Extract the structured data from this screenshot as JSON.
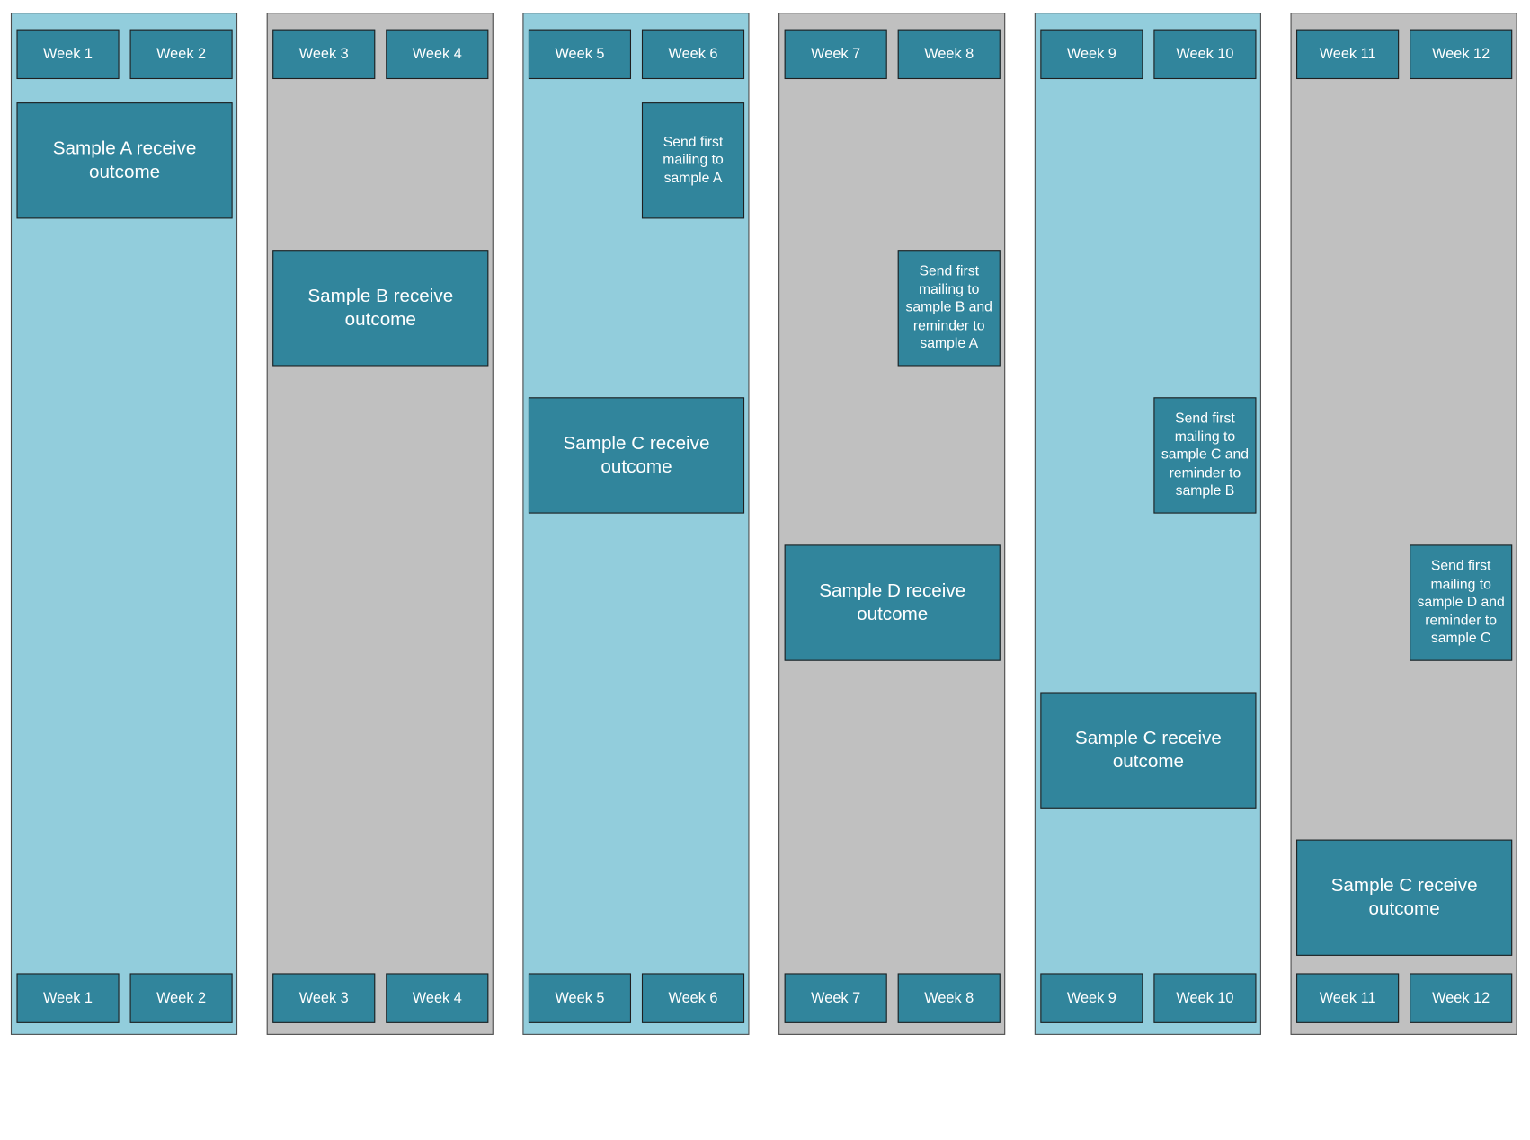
{
  "columns": [
    {
      "shade": "blue",
      "weeks": [
        "Week 1",
        "Week 2"
      ],
      "outcome": {
        "text": "Sample A receive outcome",
        "row": 0
      },
      "mailing": null
    },
    {
      "shade": "grey",
      "weeks": [
        "Week 3",
        "Week 4"
      ],
      "outcome": {
        "text": "Sample B receive outcome",
        "row": 1
      },
      "mailing": null
    },
    {
      "shade": "blue",
      "weeks": [
        "Week 5",
        "Week 6"
      ],
      "outcome": {
        "text": "Sample C receive outcome",
        "row": 2
      },
      "mailing": {
        "text": "Send first mailing to sample A",
        "row": 0
      }
    },
    {
      "shade": "grey",
      "weeks": [
        "Week 7",
        "Week 8"
      ],
      "outcome": {
        "text": "Sample D receive outcome",
        "row": 3
      },
      "mailing": {
        "text": "Send first mailing to sample B and reminder to sample A",
        "row": 1
      }
    },
    {
      "shade": "blue",
      "weeks": [
        "Week 9",
        "Week 10"
      ],
      "outcome": {
        "text": "Sample C receive outcome",
        "row": 4
      },
      "mailing": {
        "text": "Send first mailing to sample C and reminder to sample B",
        "row": 2
      }
    },
    {
      "shade": "grey",
      "weeks": [
        "Week 11",
        "Week 12"
      ],
      "outcome": {
        "text": "Sample C receive outcome",
        "row": 5
      },
      "mailing": {
        "text": "Send first mailing to sample D and reminder to sample C",
        "row": 3
      }
    }
  ],
  "colors": {
    "blue_column": "#92cddc",
    "grey_column": "#c0c0c0",
    "box_fill": "#31859c",
    "box_text": "#ffffff"
  }
}
